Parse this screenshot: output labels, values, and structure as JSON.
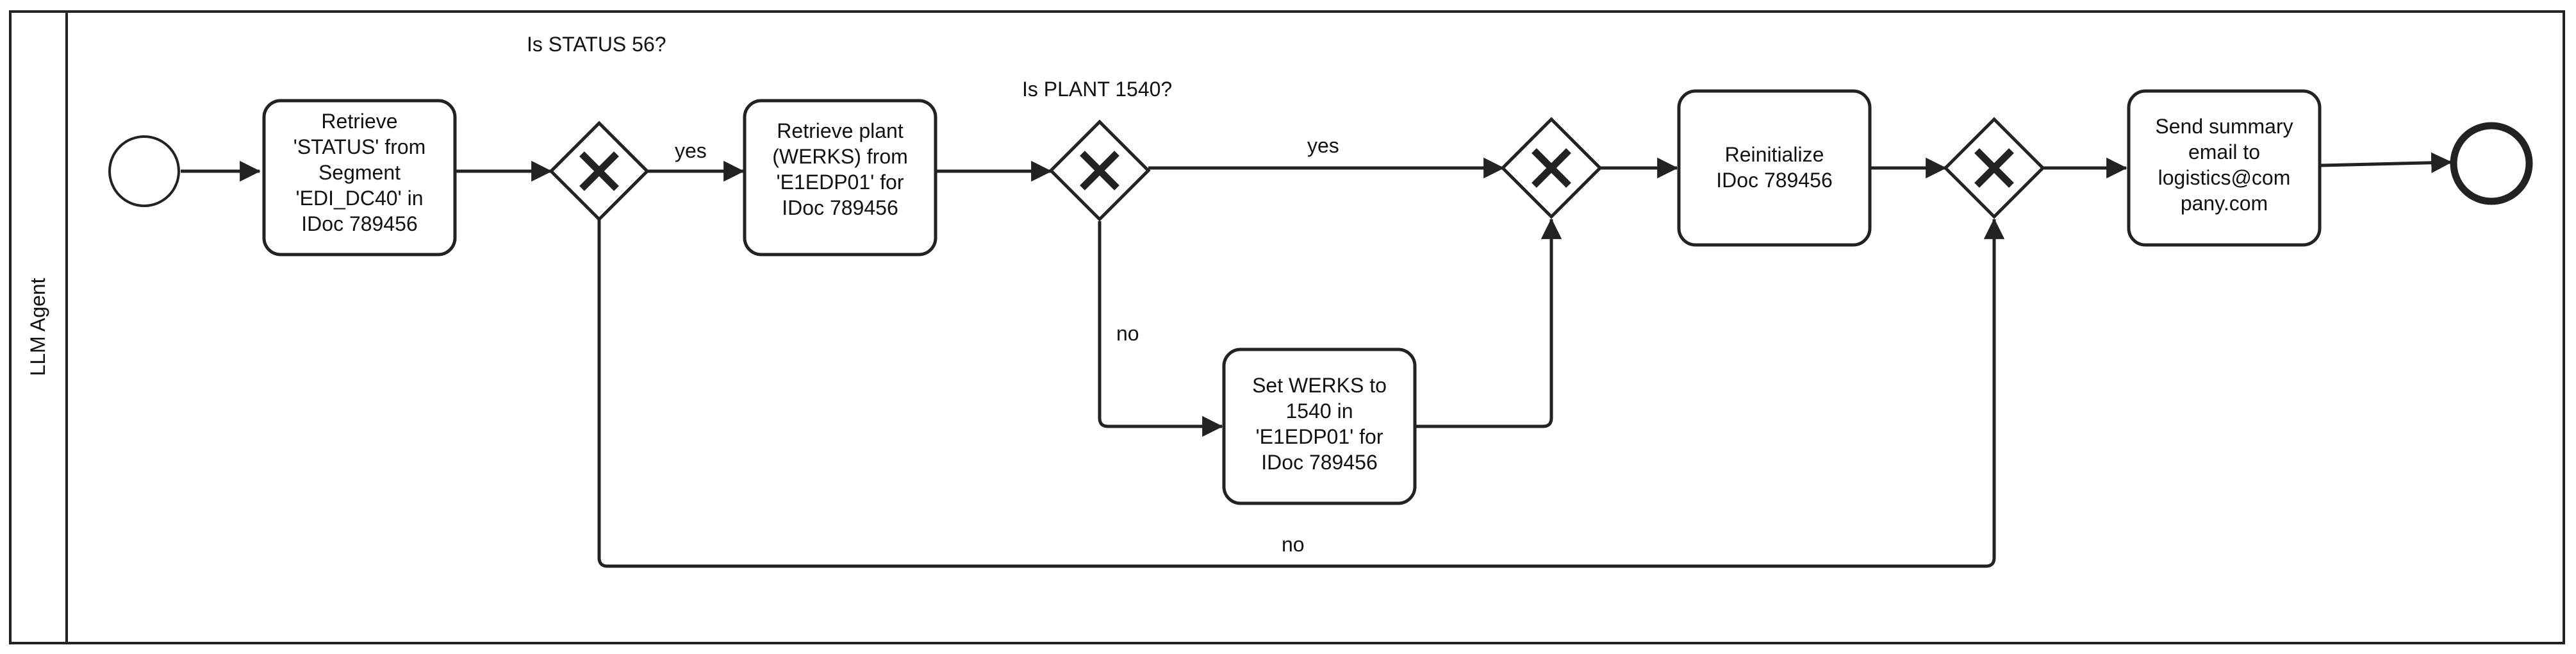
{
  "pool": {
    "lane_label": "LLM Agent"
  },
  "tasks": {
    "retrieve_status": [
      "Retrieve",
      "'STATUS' from",
      "Segment",
      "'EDI_DC40' in",
      "IDoc 789456"
    ],
    "retrieve_plant": [
      "Retrieve plant",
      "(WERKS) from",
      "'E1EDP01' for",
      "IDoc 789456"
    ],
    "set_werks": [
      "Set WERKS to",
      "1540 in",
      "'E1EDP01' for",
      "IDoc 789456"
    ],
    "reinitialize": [
      "Reinitialize",
      "IDoc 789456"
    ],
    "send_email": [
      "Send summary",
      "email to",
      "logistics@com",
      "pany.com"
    ]
  },
  "labels": {
    "q_status": "Is STATUS 56?",
    "q_plant": "Is PLANT 1540?",
    "yes1": "yes",
    "yes2": "yes",
    "no_plant": "no",
    "no_status": "no"
  },
  "colors": {
    "stroke": "#222222",
    "background": "#ffffff"
  }
}
